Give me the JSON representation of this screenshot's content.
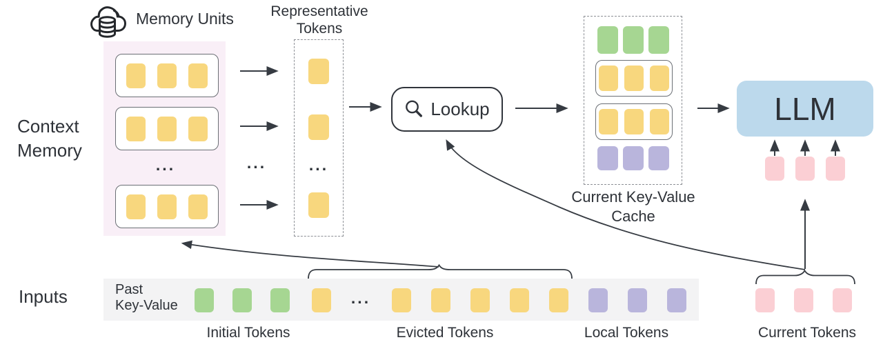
{
  "diagram": {
    "context_memory": {
      "label": [
        "Context",
        "Memory"
      ],
      "memory_units_label": "Memory Units",
      "ellipsis": "..."
    },
    "representative": {
      "title": [
        "Representative",
        "Tokens"
      ],
      "ellipsis": "..."
    },
    "lookup": {
      "label": "Lookup"
    },
    "kv_cache": {
      "label": [
        "Current Key-Value",
        "Cache"
      ]
    },
    "llm": {
      "label": "LLM"
    },
    "inputs": {
      "label": "Inputs",
      "past_kv": [
        "Past",
        "Key-Value"
      ],
      "ellipsis": "...",
      "group_labels": {
        "initial": "Initial Tokens",
        "evicted": "Evicted Tokens",
        "local": "Local Tokens",
        "current": "Current Tokens"
      }
    }
  },
  "colors": {
    "token_yellow": "#F8D77E",
    "token_green": "#A6D692",
    "token_purple": "#B9B5DC",
    "token_pink": "#FBCFD4",
    "llm_blue": "#BCD9EC",
    "context_memory_bg": "#F9EFF7",
    "input_strip_bg": "#F3F3F4",
    "line": "#363B42",
    "text": "#2E3238"
  },
  "tokens": {
    "memory_unit": {
      "count": 3,
      "color": "#F8D77E"
    },
    "rep_single": {
      "count": 1,
      "color": "#F8D77E"
    },
    "cache_initial": {
      "count": 3,
      "color": "#A6D692"
    },
    "cache_unit": {
      "count": 3,
      "color": "#F8D77E"
    },
    "cache_local": {
      "count": 3,
      "color": "#B9B5DC"
    },
    "llm_current": {
      "count": 3,
      "color": "#FBCFD4"
    },
    "strip_initial": {
      "count": 3,
      "color": "#A6D692"
    },
    "strip_evicted_a": {
      "count": 1,
      "color": "#F8D77E"
    },
    "strip_evicted_b": {
      "count": 5,
      "color": "#F8D77E"
    },
    "strip_local": {
      "count": 3,
      "color": "#B9B5DC"
    },
    "strip_current": {
      "count": 3,
      "color": "#FBCFD4"
    }
  }
}
